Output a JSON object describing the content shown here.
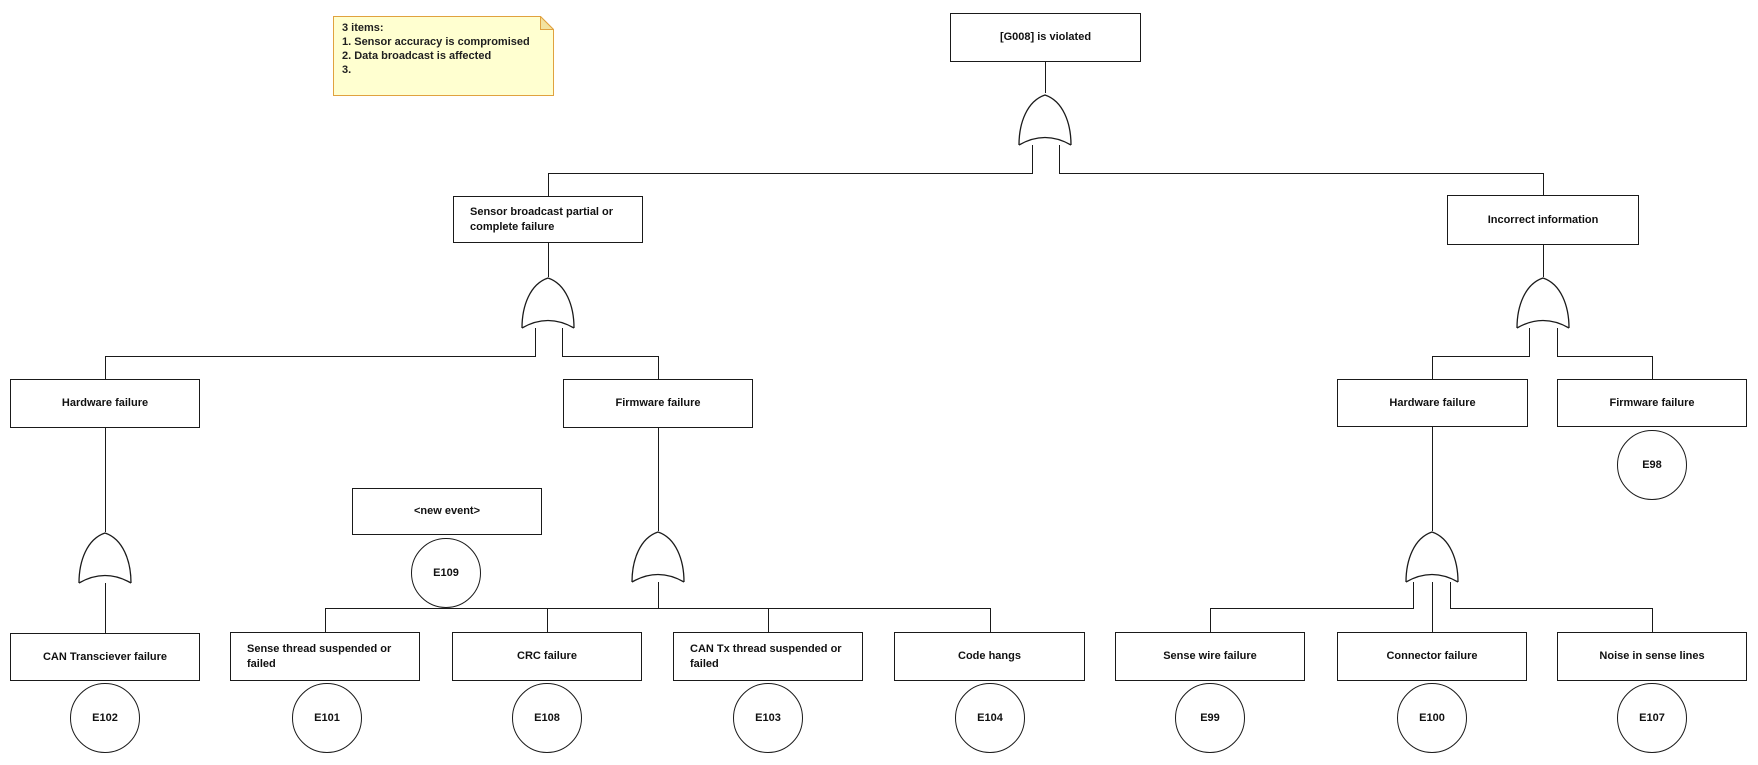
{
  "diagram": {
    "type": "fault-tree",
    "gate_type": "OR",
    "gate_count": 6
  },
  "sticky_note": {
    "line1": "3 items:",
    "line2": "1. Sensor accuracy is compromised",
    "line3": "2. Data broadcast is affected",
    "line4": "3."
  },
  "nodes": {
    "g008": {
      "label": "[G008] is violated"
    },
    "sensor_broadcast": {
      "label": "Sensor broadcast partial or complete failure"
    },
    "incorrect_info": {
      "label": "Incorrect information"
    },
    "hw_left": {
      "label": "Hardware failure"
    },
    "fw_left": {
      "label": "Firmware failure"
    },
    "new_event": {
      "label": "<new event>",
      "event": "E109"
    },
    "can_transciever": {
      "label": "CAN Transciever failure",
      "event": "E102"
    },
    "sense_thread": {
      "label": "Sense thread suspended or failed",
      "event": "E101"
    },
    "crc": {
      "label": "CRC failure",
      "event": "E108"
    },
    "can_tx": {
      "label": "CAN Tx thread suspended or failed",
      "event": "E103"
    },
    "code_hangs": {
      "label": "Code hangs",
      "event": "E104"
    },
    "hw_right": {
      "label": "Hardware failure"
    },
    "fw_right": {
      "label": "Firmware failure",
      "event": "E98"
    },
    "sense_wire": {
      "label": "Sense wire failure",
      "event": "E99"
    },
    "connector": {
      "label": "Connector failure",
      "event": "E100"
    },
    "noise": {
      "label": "Noise in sense lines",
      "event": "E107"
    }
  },
  "colors": {
    "line": "#1a1a1a",
    "box_border": "#1a1a1a",
    "note_fill": "#ffffd0",
    "note_border": "#e0a23f",
    "note_fold": "#f3e3a0"
  }
}
